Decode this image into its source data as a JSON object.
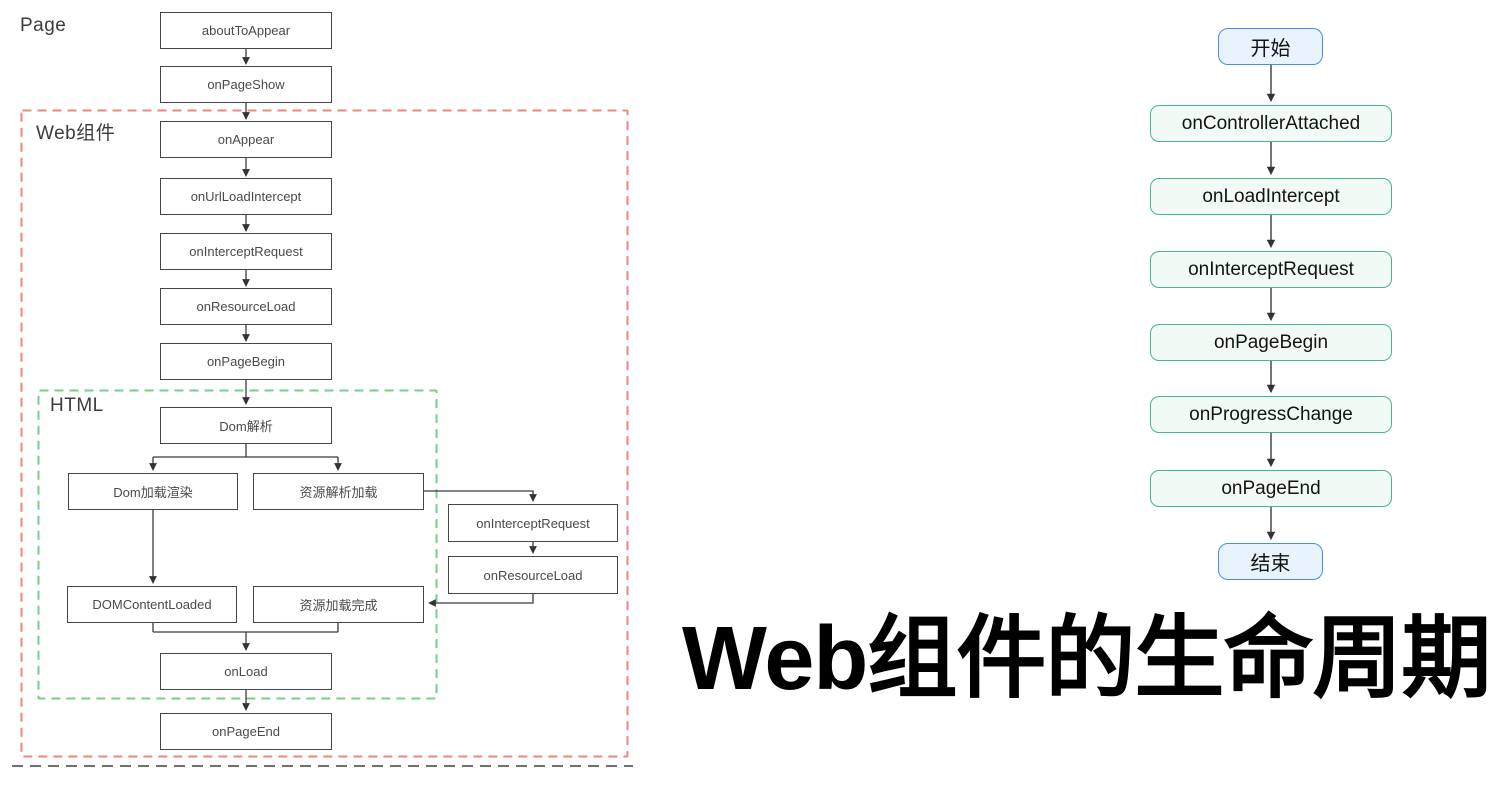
{
  "title": "Web组件的生命周期",
  "left_chart": {
    "page_label": "Page",
    "web_label": "Web组件",
    "html_label": "HTML",
    "nodes": {
      "aboutToAppear": "aboutToAppear",
      "onPageShow": "onPageShow",
      "onAppear": "onAppear",
      "onUrlLoadIntercept": "onUrlLoadIntercept",
      "onInterceptRequest": "onInterceptRequest",
      "onResourceLoad": "onResourceLoad",
      "onPageBegin": "onPageBegin",
      "domParse": "Dom解析",
      "domRender": "Dom加载渲染",
      "resParse": "资源解析加载",
      "domContentLoaded": "DOMContentLoaded",
      "resDone": "资源加载完成",
      "sideInterceptRequest": "onInterceptRequest",
      "sideResourceLoad": "onResourceLoad",
      "onLoad": "onLoad",
      "onPageEnd": "onPageEnd"
    }
  },
  "right_chart": {
    "start": "开始",
    "steps": [
      "onControllerAttached",
      "onLoadIntercept",
      "onInterceptRequest",
      "onPageBegin",
      "onProgressChange",
      "onPageEnd"
    ],
    "end": "结束"
  },
  "colors": {
    "line": "#3b3b3b",
    "red_dashed": "#f2847c",
    "green_dashed": "#74d287",
    "gray_dashed": "#5c5c5c",
    "box_border": "#45454c",
    "box_text": "#4a4a4a",
    "start_end_fill": "#e9f3fe",
    "start_end_border": "#4a90e2",
    "step_fill": "#f1faf4",
    "step_border": "#45b695",
    "title_color": "#000000"
  }
}
